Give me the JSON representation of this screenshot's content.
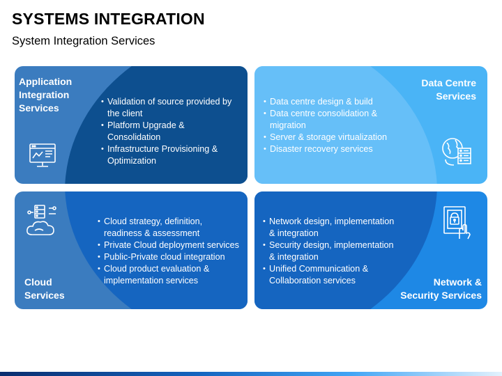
{
  "header": {
    "title": "SYSTEMS INTEGRATION",
    "subtitle": "System Integration Services"
  },
  "cards": {
    "application": {
      "title_lines": [
        "Application",
        "Integration",
        "Services"
      ],
      "bullets": [
        [
          "Validation of source provided by",
          "the client"
        ],
        [
          "Platform Upgrade &",
          "Consolidation"
        ],
        [
          "Infrastructure Provisioning &",
          "Optimization"
        ]
      ],
      "icon": "monitor-dashboard-icon"
    },
    "datacentre": {
      "title_lines": [
        "Data Centre",
        "Services"
      ],
      "bullets": [
        [
          "Data centre design & build"
        ],
        [
          "Data centre consolidation &",
          "migration"
        ],
        [
          "Server & storage virtualization"
        ],
        [
          "Disaster recovery services"
        ]
      ],
      "icon": "globe-server-icon"
    },
    "cloud": {
      "title_lines": [
        "Cloud",
        "Services"
      ],
      "bullets": [
        [
          "Cloud strategy, definition,",
          "readiness & assessment"
        ],
        [
          "Private Cloud deployment services"
        ],
        [
          "Public-Private cloud integration"
        ],
        [
          "Cloud product evaluation &",
          "implementation services"
        ]
      ],
      "icon": "cloud-server-icon"
    },
    "network": {
      "title_lines": [
        "Network &",
        "Security Services"
      ],
      "bullets": [
        [
          "Network design, implementation",
          "& integration"
        ],
        [
          "Security design, implementation",
          "& integration"
        ],
        [
          "Unified Communication &",
          "Collaboration services"
        ]
      ],
      "icon": "fingerprint-lock-icon"
    }
  },
  "colors": {
    "card_dark": "#3b7cbf",
    "oval_dark": "#0d4f8f",
    "card_light": "#4ab4f6",
    "oval_light": "#7ec8f9",
    "card_mid": "#1e88e5",
    "oval_mid": "#1565c0"
  }
}
